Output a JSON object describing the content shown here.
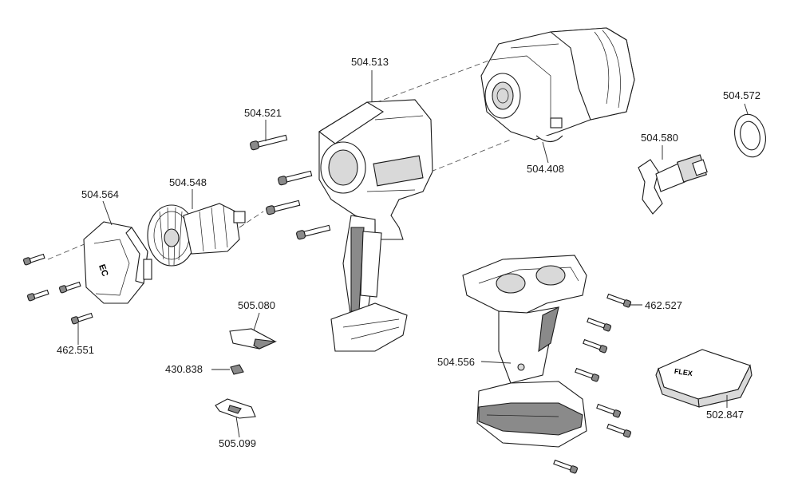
{
  "parts": {
    "p504513": "504.513",
    "p504521": "504.521",
    "p504548": "504.548",
    "p504564": "504.564",
    "p462551": "462.551",
    "p505080": "505.080",
    "p430838": "430.838",
    "p505099": "505.099",
    "p504408": "504.408",
    "p504572": "504.572",
    "p504580": "504.580",
    "p462527": "462.527",
    "p504556": "504.556",
    "p502847": "502.847"
  },
  "logo_text": "EC",
  "battery_brand": "FLEX"
}
